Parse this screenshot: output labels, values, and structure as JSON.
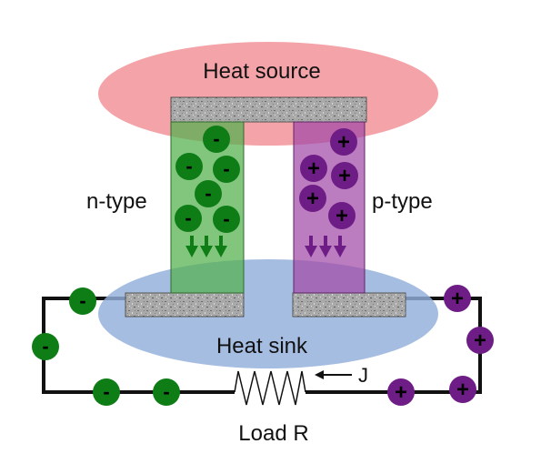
{
  "labels": {
    "heat_source": "Heat source",
    "heat_sink": "Heat sink",
    "n_type": "n-type",
    "p_type": "p-type",
    "load": "Load R",
    "current": "J"
  },
  "carrier_signs": {
    "electron": "-",
    "hole": "+"
  },
  "colors": {
    "heat_source": "#f4a3a8",
    "heat_sink": "#93afdc",
    "n_leg": "#52b04c",
    "p_leg": "#a24aa8",
    "electron": "#0f7d16",
    "hole": "#6f1d86",
    "wire": "#111111",
    "contact": "#a8a8a8"
  }
}
